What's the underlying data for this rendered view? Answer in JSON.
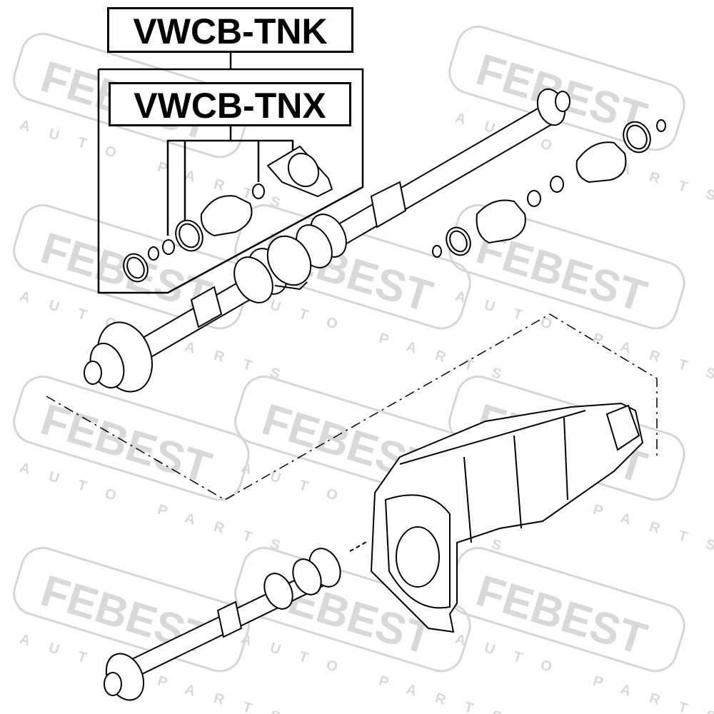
{
  "labels": {
    "assembly": "VWCB-TNK",
    "part": "VWCB-TNX"
  },
  "watermark": {
    "brand": "FEBEST",
    "tagline": "AUTO PARTS",
    "color": "#d9d9d9"
  },
  "colors": {
    "line": "#000000",
    "background": "#ffffff",
    "marker": "#000000"
  }
}
